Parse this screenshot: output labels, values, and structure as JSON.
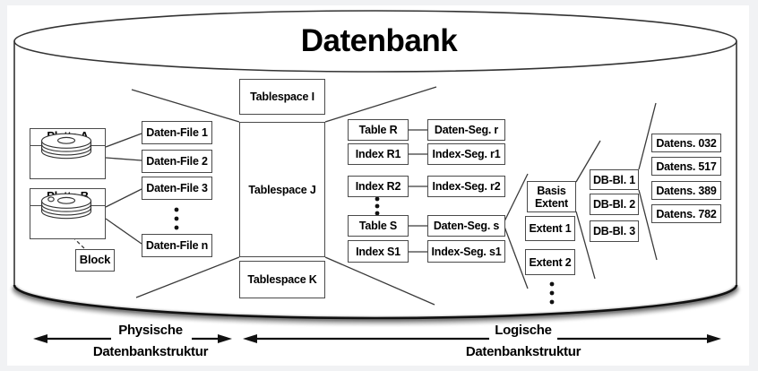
{
  "diagram": {
    "title": "Datenbank",
    "colors": {
      "stroke": "#3a3a3a",
      "text": "#000000",
      "background": "#ffffff",
      "page_edge": "#f1f2f4"
    },
    "physical": {
      "disk_a": "Platte A",
      "disk_b": "Platte B",
      "block": "Block",
      "files": [
        "Daten-File 1",
        "Daten-File 2",
        "Daten-File 3",
        "Daten-File n"
      ]
    },
    "tablespaces": [
      "Tablespace I",
      "Tablespace J",
      "Tablespace K"
    ],
    "logical_objects": [
      {
        "object": "Table R",
        "segment": "Daten-Seg. r"
      },
      {
        "object": "Index R1",
        "segment": "Index-Seg. r1"
      },
      {
        "object": "Index R2",
        "segment": "Index-Seg. r2"
      },
      {
        "object": "Table S",
        "segment": "Daten-Seg. s"
      },
      {
        "object": "Index S1",
        "segment": "Index-Seg. s1"
      }
    ],
    "extents": [
      "Basis Extent",
      "Extent 1",
      "Extent 2"
    ],
    "db_blocks": [
      "DB-Bl. 1",
      "DB-Bl. 2",
      "DB-Bl. 3"
    ],
    "records": [
      "Datens. 032",
      "Datens. 517",
      "Datens. 389",
      "Datens. 782"
    ],
    "legend": {
      "physical_line1": "Physische",
      "physical_line2": "Datenbankstruktur",
      "logical_line1": "Logische",
      "logical_line2": "Datenbankstruktur"
    }
  }
}
